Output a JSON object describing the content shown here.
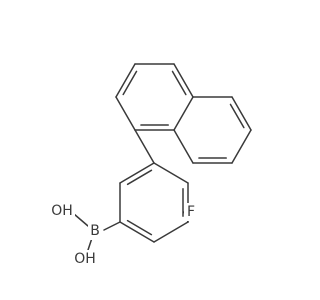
{
  "structure": {
    "atoms": {
      "fluorine": "F",
      "boron": "B",
      "hydroxyl_upper": "OH",
      "hydroxyl_lower": "OH"
    },
    "colors": {
      "bond": "#3a3a3a",
      "label": "#3a3a3a",
      "background": "#ffffff"
    }
  }
}
